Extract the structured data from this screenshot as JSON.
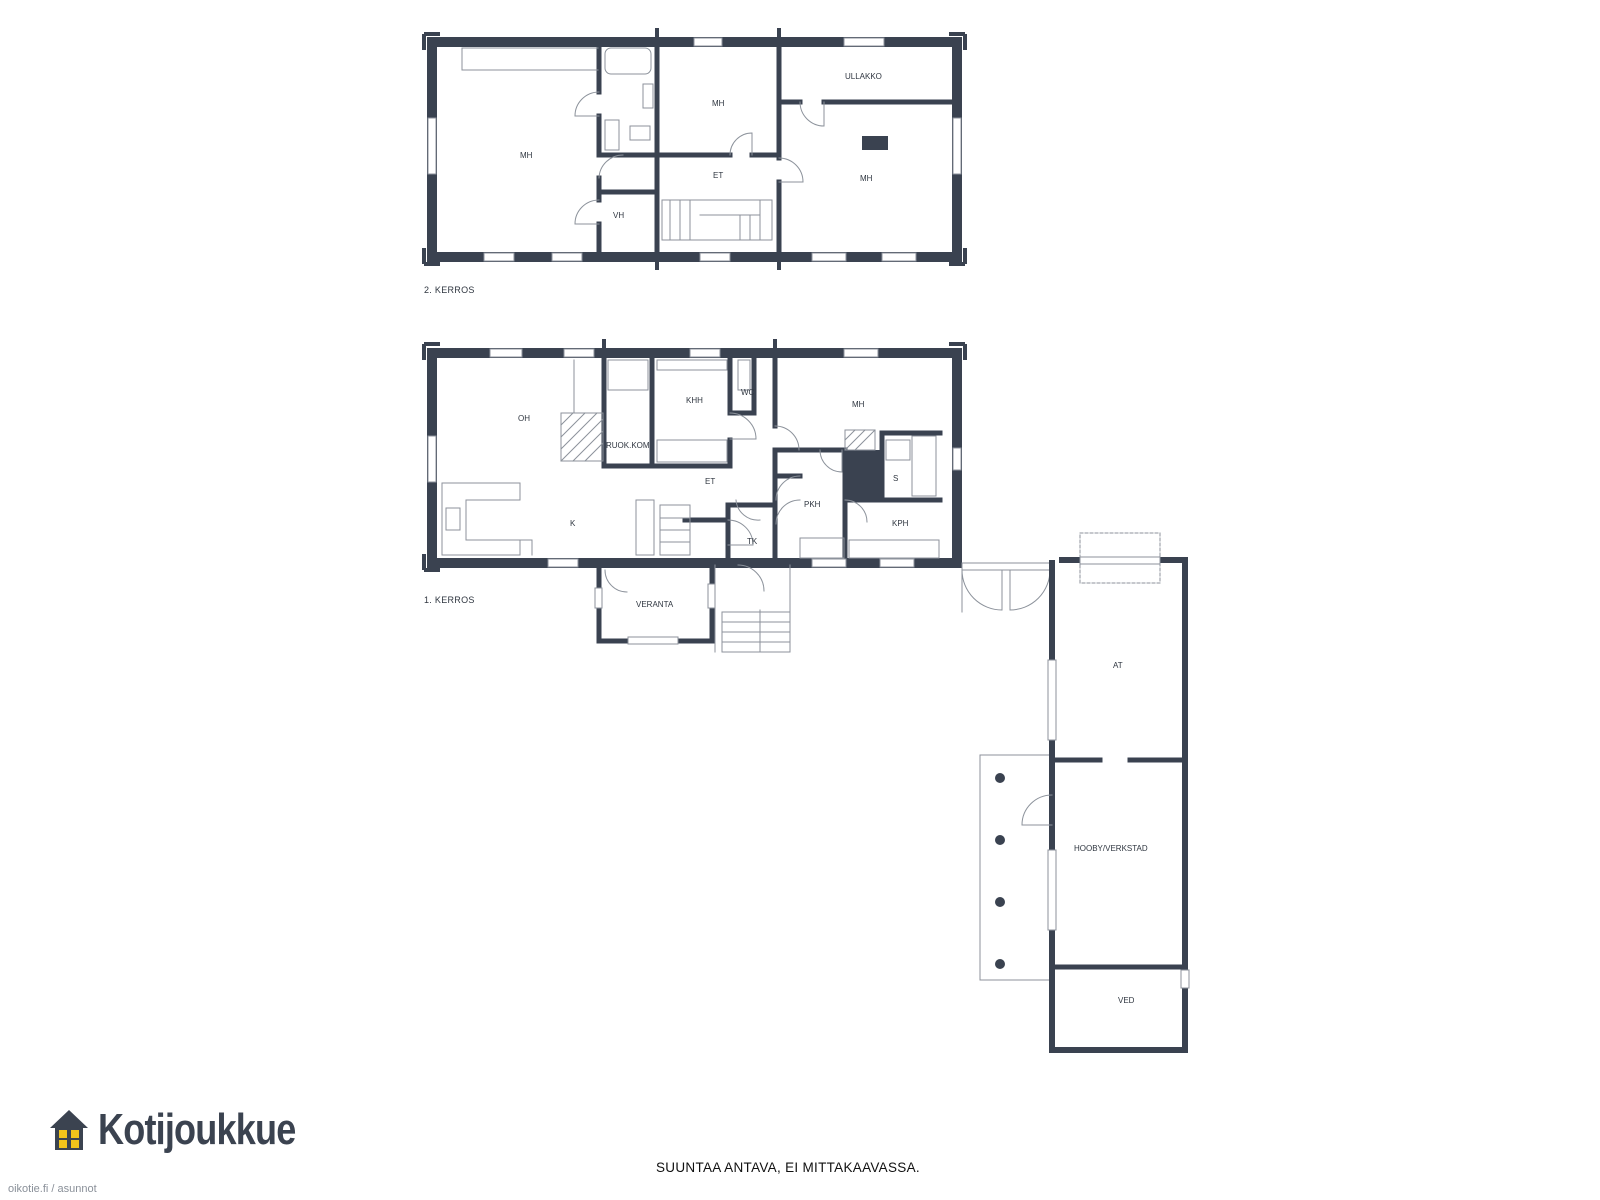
{
  "floors": {
    "upper": {
      "label": "2. KERROS",
      "rooms": [
        "MH",
        "MH",
        "ULLAKKO",
        "MH",
        "ET",
        "VH"
      ]
    },
    "lower": {
      "label": "1. KERROS",
      "rooms": [
        "OH",
        "KHH",
        "WC",
        "MH",
        "RUOK.KOM",
        "ET",
        "K",
        "PKH",
        "S",
        "KPH",
        "TK",
        "VERANTA"
      ]
    },
    "annex": {
      "rooms": [
        "AT",
        "HOOBY/VERKSTAD",
        "VED"
      ]
    }
  },
  "logo": {
    "text": "Kotijoukkue",
    "icon": "house-icon"
  },
  "footer": {
    "note": "SUUNTAA ANTAVA, EI MITTAKAAVASSA."
  },
  "watermark": "oikotie.fi / asunnot",
  "colors": {
    "wall": "#3a4250",
    "logo_window": "#f2c41b"
  }
}
